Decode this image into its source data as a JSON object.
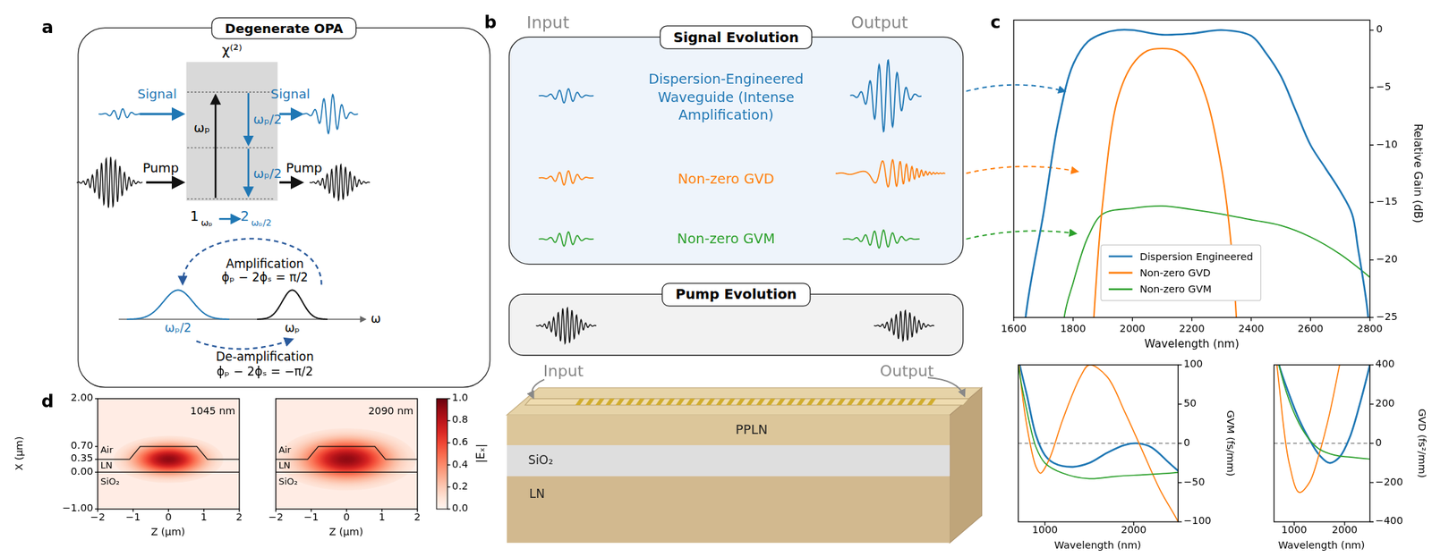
{
  "diagram": {
    "nodes": [
      {
        "text": [
          "Degenerate OPA"
        ]
      },
      {
        "text": [
          "χ⁽²⁾"
        ],
        "in": 0
      },
      {
        "text": [
          "Signal Evolution"
        ]
      },
      {
        "text": [
          "Pump Evolution"
        ]
      }
    ],
    "labels": [
      "a",
      "Signal",
      "Signal",
      "Pump",
      "Pump",
      "ωₚ",
      "ωₚ/2",
      "ωₚ/2",
      "1",
      "ωₚ",
      "2",
      "ωₚ/2",
      "Amplification",
      "ϕₚ − 2ϕₛ = π/2",
      "ωₚ/2",
      "ωₚ",
      "ω",
      "De-amplification",
      "ϕₚ − 2ϕₛ = −π/2",
      "b",
      "Input",
      "Output",
      "Dispersion-Engineered Waveguide (Intense Amplification)",
      "Non-zero GVD",
      "Non-zero GVM",
      "Input",
      "Output",
      "PPLN",
      "SiO₂",
      "LN",
      "c",
      "1600",
      "1800",
      "2000",
      "2200",
      "2400",
      "2600",
      "2800",
      "Wavelength (nm)",
      "0",
      "−5",
      "−10",
      "−15",
      "−20",
      "−25",
      "Relative Gain (dB)",
      "1000",
      "2000",
      "Wavelength (nm)",
      "100",
      "50",
      "0",
      "−50",
      "−100",
      "GVM (fs/mm)",
      "1000",
      "2000",
      "Wavelength (nm)",
      "400",
      "200",
      "0",
      "−200",
      "−400",
      "GVD (fs²/mm)",
      "d",
      "2.00",
      "0.70",
      "0.35",
      "0.00",
      "−1.00",
      "X (μm)",
      "Air",
      "LN",
      "SiO₂",
      "1045 nm",
      "−2",
      "−1",
      "0",
      "1",
      "2",
      "Z (μm)",
      "Air",
      "LN",
      "SiO₂",
      "2090 nm",
      "−2",
      "−1",
      "0",
      "1",
      "2",
      "Z (μm)",
      "1.0",
      "0.8",
      "0.6",
      "0.4",
      "0.2",
      "0.0",
      "|Eₓ|"
    ],
    "legend": [
      {
        "text": "Dispersion Engineered"
      },
      {
        "text": "Non-zero GVD"
      },
      {
        "text": "Non-zero GVM"
      }
    ]
  }
}
